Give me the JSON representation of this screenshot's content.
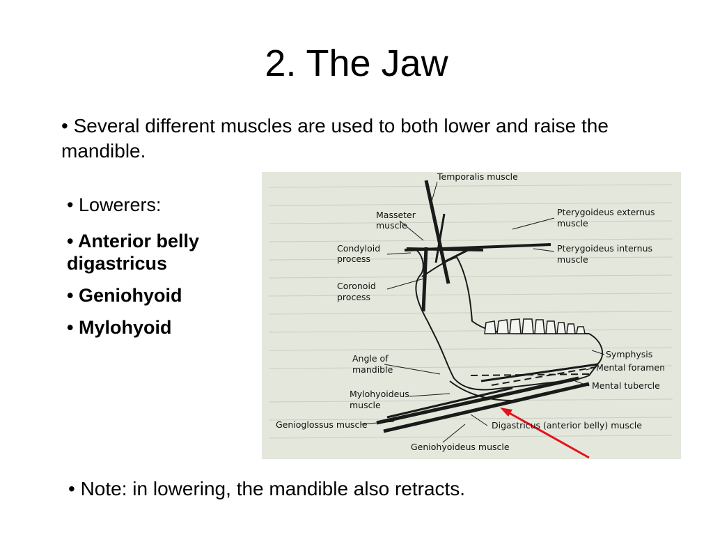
{
  "slide": {
    "title": "2. The Jaw",
    "intro": "• Several different muscles are used to both lower and raise the mandible.",
    "list": [
      {
        "text": "• Lowerers:",
        "bold": false
      },
      {
        "text": "• Anterior belly digastricus",
        "bold": true
      },
      {
        "text": "• Geniohyoid",
        "bold": true
      },
      {
        "text": "• Mylohyoid",
        "bold": true
      }
    ],
    "note": "• Note: in lowering, the mandible also retracts."
  },
  "figure": {
    "labels": {
      "temporalis": "Temporalis muscle",
      "masseter_1": "Masseter",
      "masseter_2": "muscle",
      "pterygoid_ext_1": "Pterygoideus externus",
      "pterygoid_ext_2": "muscle",
      "condyloid_1": "Condyloid",
      "condyloid_2": "process",
      "pterygoid_int_1": "Pterygoideus internus",
      "pterygoid_int_2": "muscle",
      "coronoid_1": "Coronoid",
      "coronoid_2": "process",
      "symphysis": "Symphysis",
      "angle_1": "Angle of",
      "angle_2": "mandible",
      "mental_foramen": "Mental foramen",
      "mental_tubercle": "Mental tubercle",
      "mylohyoideus_1": "Mylohyoideus",
      "mylohyoideus_2": "muscle",
      "genioglossus": "Genioglossus muscle",
      "digastricus": "Digastricus (anterior belly) muscle",
      "geniohyoideus": "Geniohyoideus muscle"
    },
    "pointer_color": "#e8101a",
    "figure_background": "#e3e7dc"
  }
}
